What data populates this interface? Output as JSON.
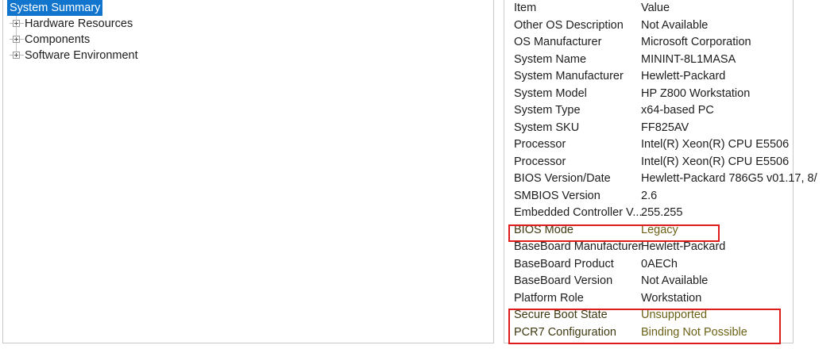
{
  "tree": {
    "items": [
      {
        "label": "System Summary",
        "selected": true,
        "expandable": false
      },
      {
        "label": "Hardware Resources",
        "selected": false,
        "expandable": true
      },
      {
        "label": "Components",
        "selected": false,
        "expandable": true
      },
      {
        "label": "Software Environment",
        "selected": false,
        "expandable": true
      }
    ],
    "selection_color": "#1175cd"
  },
  "details": {
    "header": {
      "item": "Item",
      "value": "Value"
    },
    "rows": [
      {
        "item": "Other OS Description",
        "value": "Not Available",
        "highlighted": false
      },
      {
        "item": "OS Manufacturer",
        "value": "Microsoft Corporation",
        "highlighted": false
      },
      {
        "item": "System Name",
        "value": "MININT-8L1MASA",
        "highlighted": false
      },
      {
        "item": "System Manufacturer",
        "value": "Hewlett-Packard",
        "highlighted": false
      },
      {
        "item": "System Model",
        "value": "HP Z800 Workstation",
        "highlighted": false
      },
      {
        "item": "System Type",
        "value": "x64-based PC",
        "highlighted": false
      },
      {
        "item": "System SKU",
        "value": "FF825AV",
        "highlighted": false
      },
      {
        "item": "Processor",
        "value": "Intel(R) Xeon(R) CPU           E5506",
        "highlighted": false
      },
      {
        "item": "Processor",
        "value": "Intel(R) Xeon(R) CPU           E5506",
        "highlighted": false
      },
      {
        "item": "BIOS Version/Date",
        "value": "Hewlett-Packard 786G5 v01.17, 8/",
        "highlighted": false
      },
      {
        "item": "SMBIOS Version",
        "value": "2.6",
        "highlighted": false
      },
      {
        "item": "Embedded Controller V...",
        "value": "255.255",
        "highlighted": false
      },
      {
        "item": "BIOS Mode",
        "value": "Legacy",
        "highlighted": true
      },
      {
        "item": "BaseBoard Manufacturer",
        "value": "Hewlett-Packard",
        "highlighted": false
      },
      {
        "item": "BaseBoard Product",
        "value": "0AECh",
        "highlighted": false
      },
      {
        "item": "BaseBoard Version",
        "value": "Not Available",
        "highlighted": false
      },
      {
        "item": "Platform Role",
        "value": "Workstation",
        "highlighted": false
      },
      {
        "item": "Secure Boot State",
        "value": "Unsupported",
        "highlighted": true
      },
      {
        "item": "PCR7 Configuration",
        "value": "Binding Not Possible",
        "highlighted": true
      }
    ]
  },
  "annotations": {
    "color": "#e01b1b",
    "boxes": [
      {
        "name": "bios-mode-highlight",
        "targets": "BIOS Mode"
      },
      {
        "name": "secure-boot-highlight",
        "targets": "Secure Boot State, PCR7 Configuration"
      }
    ]
  }
}
